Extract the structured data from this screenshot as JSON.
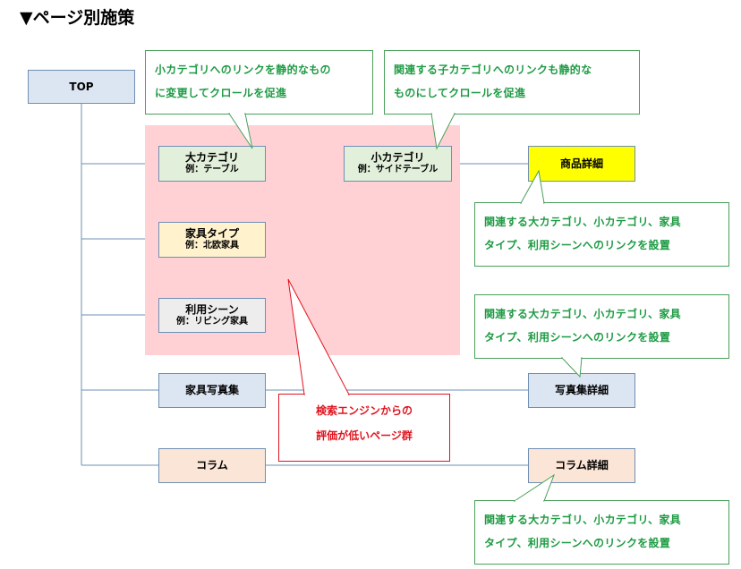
{
  "title": "▼ページ別施策",
  "nodes": {
    "top": {
      "label": "TOP"
    },
    "large_category": {
      "label": "大カテゴリ",
      "example": "例：テーブル"
    },
    "small_category": {
      "label": "小カテゴリ",
      "example": "例：サイドテーブル"
    },
    "product_detail": {
      "label": "商品詳細"
    },
    "furniture_type": {
      "label": "家具タイプ",
      "example": "例：北欧家具"
    },
    "usage_scene": {
      "label": "利用シーン",
      "example": "例：リビング家具"
    },
    "photo_collection": {
      "label": "家具写真集"
    },
    "photo_detail": {
      "label": "写真集詳細"
    },
    "column": {
      "label": "コラム"
    },
    "column_detail": {
      "label": "コラム詳細"
    }
  },
  "callouts": {
    "small_cat_static": {
      "lines": [
        "小カテゴリへのリンクを静的なもの",
        "に変更してクロールを促進"
      ]
    },
    "related_child_static": {
      "lines": [
        "関連する子カテゴリへのリンクも静的な",
        "ものにしてクロールを促進"
      ]
    },
    "product_related_links": {
      "lines": [
        "関連する大カテゴリ、小カテゴリ、家具",
        "タイプ、利用シーンへのリンクを設置"
      ]
    },
    "photo_related_links": {
      "lines": [
        "関連する大カテゴリ、小カテゴリ、家具",
        "タイプ、利用シーンへのリンクを設置"
      ]
    },
    "column_related_links": {
      "lines": [
        "関連する大カテゴリ、小カテゴリ、家具",
        "タイプ、利用シーンへのリンクを設置"
      ]
    },
    "low_eval": {
      "lines": [
        "検索エンジンからの",
        "評価が低いページ群"
      ]
    }
  },
  "colors": {
    "line": "#6f8fb4",
    "callout_green": "#1e9b44",
    "callout_red": "#e0141e",
    "zone_pink": "#ffd1d4",
    "highlight_yellow": "#ffff00"
  }
}
